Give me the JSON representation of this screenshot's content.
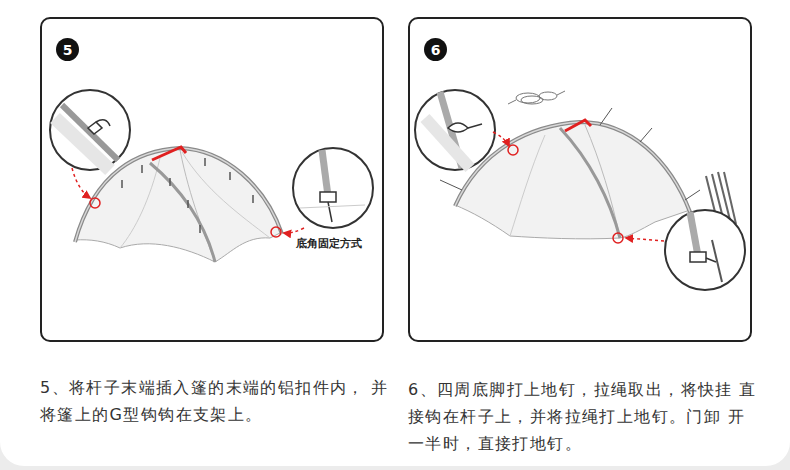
{
  "diagram": {
    "nodes": [
      {
        "text": [
          "5、将杆子末端插入篷的末端的铝扣件内， 并将篷上的G型钩钩在支架上。"
        ]
      },
      {
        "text": [
          "5"
        ],
        "in": 0
      },
      {
        "text": [
          "6、四周底脚打上地钉，拉绳取出，将快挂 直接钩在杆子上，并将拉绳打上地钉。门卸 开一半时，直接打地钉。"
        ]
      },
      {
        "text": [
          "6"
        ],
        "in": 2
      }
    ],
    "labels": [
      "底角固定方式"
    ]
  }
}
